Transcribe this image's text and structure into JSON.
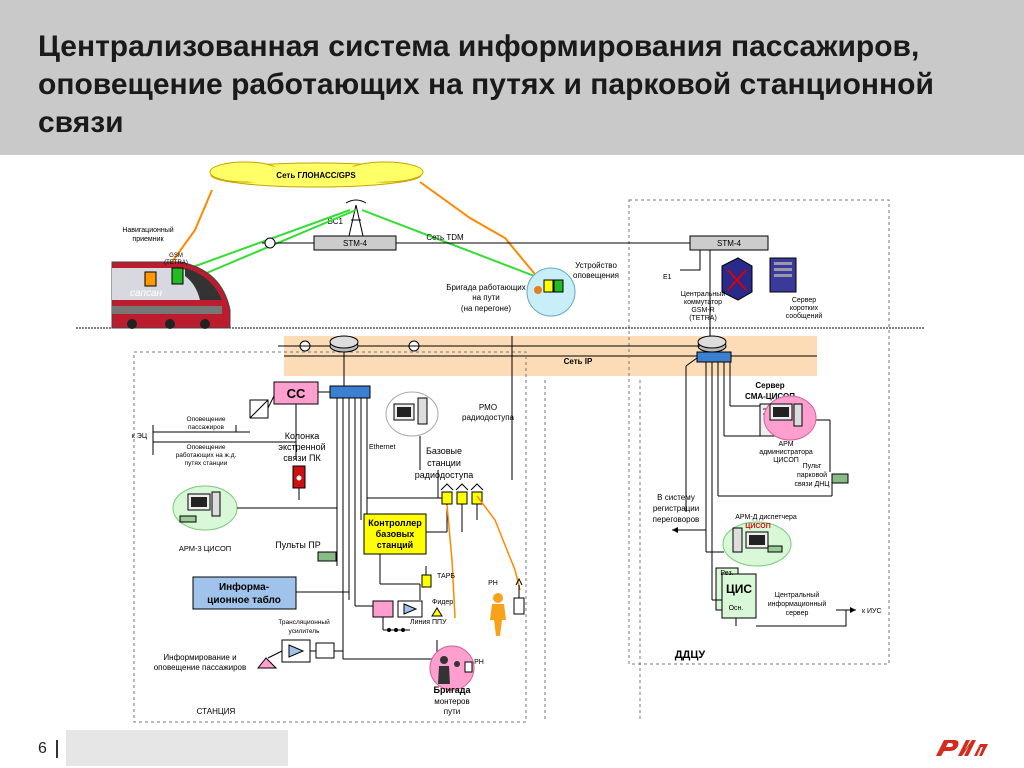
{
  "title": "Централизованная система информирования пассажиров, оповещение работающих на путях и парковой станционной связи",
  "page_number": "6",
  "colors": {
    "header_bg": "#c9c9c9",
    "ip_network_band": "#fbdcb6",
    "pink_device": "#ff9fcf",
    "yellow_device": "#ffff00",
    "blue_box": "#9fc3ea",
    "cloud": "#ffff66",
    "wireless_green": "#33dd33",
    "wireless_orange": "#ff8800",
    "logo_red": "#d52b1e"
  },
  "labels": {
    "glonass": "Сеть ГЛОНАСС/GPS",
    "bs1": "БС1",
    "stm4_left": "STM-4",
    "stm4_right": "STM-4",
    "tdm": "Сеть TDM",
    "nav_receiver_1": "Навигационный",
    "nav_receiver_2": "приемник",
    "gsm_1": "GSM",
    "gsm_2": "(TETRA)",
    "alert_device_1": "Устройство",
    "alert_device_2": "оповещения",
    "brigade_1": "Бригада работающих",
    "brigade_2": "на пути",
    "brigade_3": "(на перегоне)",
    "e1": "E1",
    "switch_1": "Центральный",
    "switch_2": "коммутатор",
    "switch_3": "GSM-R",
    "switch_4": "(TETRA)",
    "sms_1": "Сервер",
    "sms_2": "коротких",
    "sms_3": "сообщений",
    "ip_net": "Сеть IP",
    "cc": "СС",
    "pass_alert_1": "Оповещение",
    "pass_alert_2": "пассажиров",
    "to_ec": "к ЭЦ",
    "worker_alert_1": "Оповещение",
    "worker_alert_2": "работающих на ж.д.",
    "worker_alert_3": "путях станции",
    "column_1": "Колонка",
    "column_2": "экстренной",
    "column_3": "связи ПК",
    "arm3": "АРМ-3 ЦИСОП",
    "pr_panels": "Пульты ПР",
    "info_board_1": "Информа-",
    "info_board_2": "ционное табло",
    "amp_1": "Трансляционный",
    "amp_2": "усилитель",
    "inform_1": "Информирование и",
    "inform_2": "оповещение пассажиров",
    "station": "СТАНЦИЯ",
    "ethernet": "Ethernet",
    "rmo_1": "РМО",
    "rmo_2": "радиодоступа",
    "base_1": "Базовые",
    "base_2": "станции",
    "base_3": "радиодоступа",
    "controller_1": "Контроллер",
    "controller_2": "базовых",
    "controller_3": "станций",
    "tarb": "ТАРБ",
    "feeder": "Фидер",
    "ppu_line": "Линия ППУ",
    "rn1": "РН",
    "rn2": "РН",
    "monter_1": "Бригада",
    "monter_2": "монтеров",
    "monter_3": "пути",
    "sma_1": "Сервер",
    "sma_2": "СМА-ЦИСОП",
    "arm_admin_1": "АРМ",
    "arm_admin_2": "администратора",
    "arm_admin_3": "ЦИСОП",
    "park_1": "Пульт",
    "park_2": "парковой",
    "park_3": "связи ДНЦ",
    "reg_1": "В систему",
    "reg_2": "регистрации",
    "reg_3": "переговоров",
    "armd_1": "АРМ-Д диспетчера",
    "armd_2": "ЦИСОП",
    "rez": "Рез.",
    "osn": "Осн.",
    "cis": "ЦИС",
    "cis_server_1": "Центральный",
    "cis_server_2": "информационный",
    "cis_server_3": "сервер",
    "to_ius": "к ИУС",
    "ddcu": "ДДЦУ"
  }
}
